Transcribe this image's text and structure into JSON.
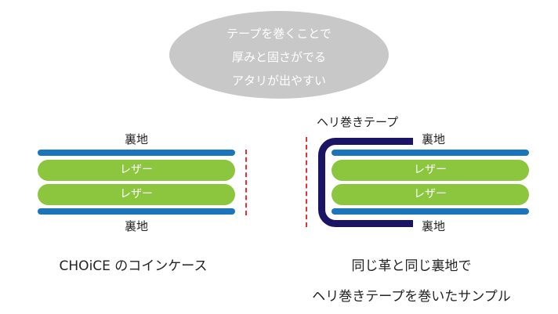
{
  "bubble": {
    "lines": [
      "テープを巻くことで",
      "厚みと固さがでる",
      "アタリが出やすい"
    ]
  },
  "left": {
    "top_label": "裏地",
    "layers": [
      "レザー",
      "レザー"
    ],
    "bottom_label": "裏地",
    "caption": "CHOiCE のコインケース"
  },
  "right": {
    "tape_label": "ヘリ巻きテープ",
    "top_label": "裏地",
    "layers": [
      "レザー",
      "レザー"
    ],
    "bottom_label": "裏地",
    "caption_lines": [
      "同じ革と同じ裏地で",
      "ヘリ巻きテープを巻いたサンプル"
    ]
  },
  "colors": {
    "lining": "#1a75bb",
    "leather": "#8cc63f",
    "tape": "#1b1464",
    "thickness_marker": "#e8303a",
    "bubble": "#c8c8c8"
  }
}
